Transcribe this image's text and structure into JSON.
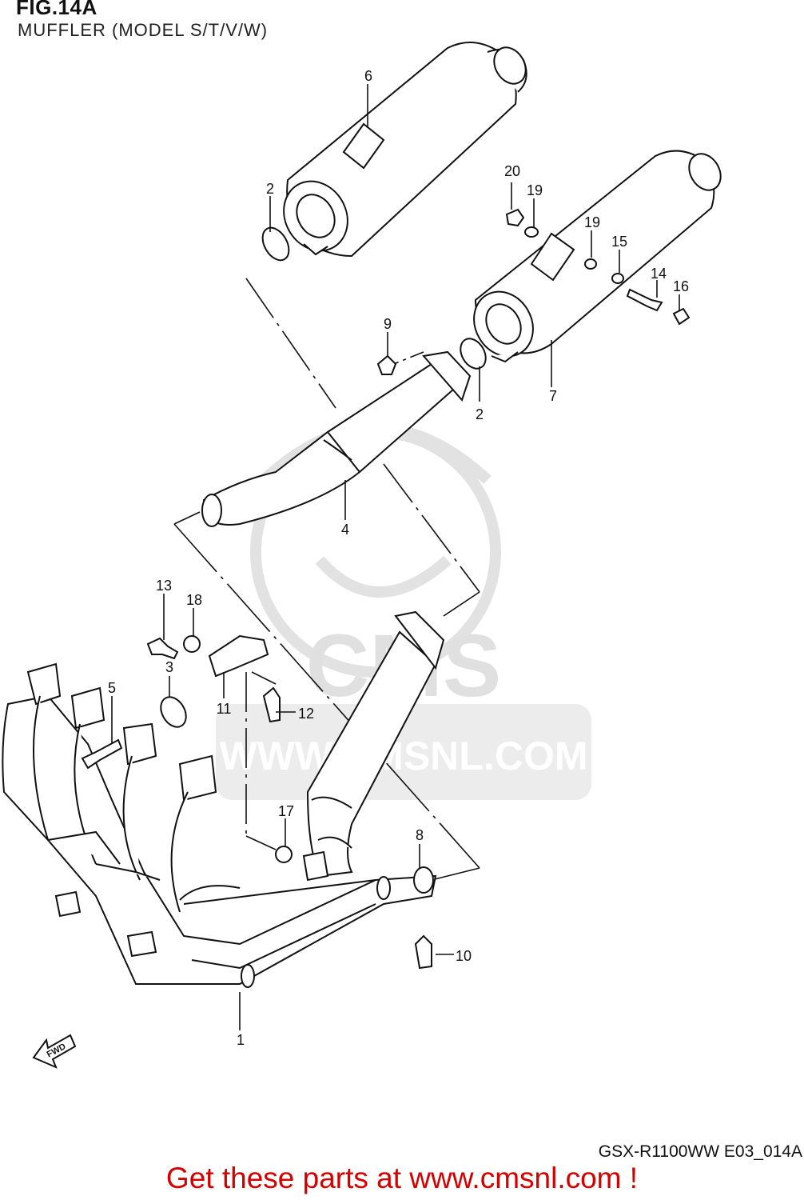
{
  "figure": {
    "title": "FIG.14A",
    "subtitle": "MUFFLER (MODEL S/T/V/W)"
  },
  "watermark": {
    "logo_text": "CMS",
    "url_text": "WWW.CMSNL.COM"
  },
  "callouts": [
    "1",
    "2",
    "2",
    "3",
    "4",
    "5",
    "6",
    "7",
    "8",
    "9",
    "10",
    "11",
    "12",
    "13",
    "14",
    "15",
    "16",
    "17",
    "18",
    "19",
    "19",
    "20"
  ],
  "fwd_label": "FWD",
  "model_code": "GSX-R1100WW  E03_014A",
  "promo": "Get these parts at www.cmsnl.com !",
  "colors": {
    "line": "#111111",
    "promo": "#d40000",
    "watermark": "#e4e4e4"
  }
}
